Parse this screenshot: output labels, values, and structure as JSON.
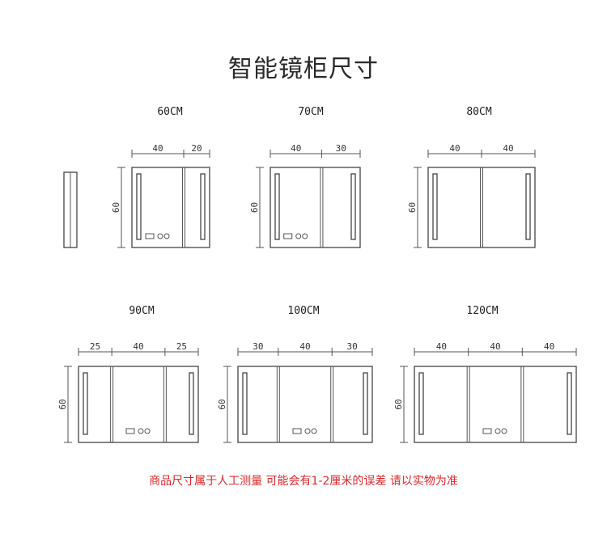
{
  "title": "智能镜柜尺寸",
  "note": "商品尺寸属于人工测量 可能会有1-2厘米的误差 请以实物为准",
  "height_label": "60",
  "cabinets": [
    {
      "size": "60CM",
      "segments": [
        "40",
        "20"
      ]
    },
    {
      "size": "70CM",
      "segments": [
        "40",
        "30"
      ]
    },
    {
      "size": "80CM",
      "segments": [
        "40",
        "40"
      ]
    },
    {
      "size": "90CM",
      "segments": [
        "25",
        "40",
        "25"
      ]
    },
    {
      "size": "100CM",
      "segments": [
        "30",
        "40",
        "30"
      ]
    },
    {
      "size": "120CM",
      "segments": [
        "40",
        "40",
        "40"
      ]
    }
  ],
  "colors": {
    "note": "#e0262a",
    "line": "#555555"
  }
}
